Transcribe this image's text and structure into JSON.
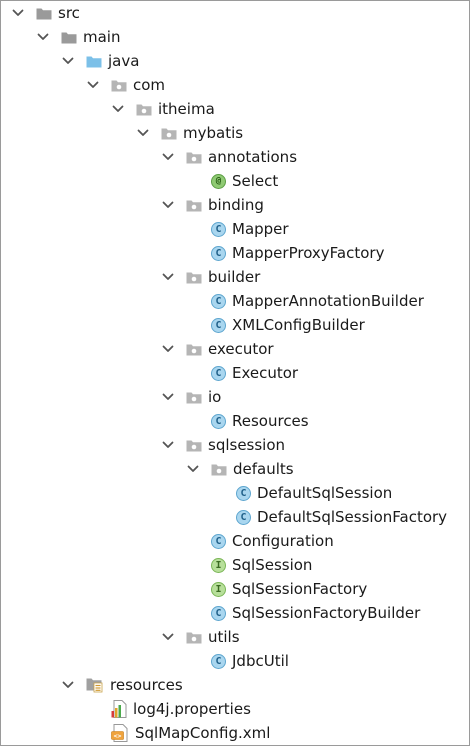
{
  "tree": [
    {
      "label": "src",
      "depth": 0,
      "arrow": true,
      "icon": "folder-gray"
    },
    {
      "label": "main",
      "depth": 1,
      "arrow": true,
      "icon": "folder-gray"
    },
    {
      "label": "java",
      "depth": 2,
      "arrow": true,
      "icon": "folder-blue"
    },
    {
      "label": "com",
      "depth": 3,
      "arrow": true,
      "icon": "package"
    },
    {
      "label": "itheima",
      "depth": 4,
      "arrow": true,
      "icon": "package"
    },
    {
      "label": "mybatis",
      "depth": 5,
      "arrow": true,
      "icon": "package"
    },
    {
      "label": "annotations",
      "depth": 6,
      "arrow": true,
      "icon": "package"
    },
    {
      "label": "Select",
      "depth": 7,
      "arrow": false,
      "icon": "annotation"
    },
    {
      "label": "binding",
      "depth": 6,
      "arrow": true,
      "icon": "package"
    },
    {
      "label": "Mapper",
      "depth": 7,
      "arrow": false,
      "icon": "class"
    },
    {
      "label": "MapperProxyFactory",
      "depth": 7,
      "arrow": false,
      "icon": "class"
    },
    {
      "label": "builder",
      "depth": 6,
      "arrow": true,
      "icon": "package"
    },
    {
      "label": "MapperAnnotationBuilder",
      "depth": 7,
      "arrow": false,
      "icon": "class"
    },
    {
      "label": "XMLConfigBuilder",
      "depth": 7,
      "arrow": false,
      "icon": "class"
    },
    {
      "label": "executor",
      "depth": 6,
      "arrow": true,
      "icon": "package"
    },
    {
      "label": "Executor",
      "depth": 7,
      "arrow": false,
      "icon": "class"
    },
    {
      "label": "io",
      "depth": 6,
      "arrow": true,
      "icon": "package"
    },
    {
      "label": "Resources",
      "depth": 7,
      "arrow": false,
      "icon": "class"
    },
    {
      "label": "sqlsession",
      "depth": 6,
      "arrow": true,
      "icon": "package"
    },
    {
      "label": "defaults",
      "depth": 7,
      "arrow": true,
      "icon": "package"
    },
    {
      "label": "DefaultSqlSession",
      "depth": 8,
      "arrow": false,
      "icon": "class"
    },
    {
      "label": "DefaultSqlSessionFactory",
      "depth": 8,
      "arrow": false,
      "icon": "class"
    },
    {
      "label": "Configuration",
      "depth": 7,
      "arrow": false,
      "icon": "class"
    },
    {
      "label": "SqlSession",
      "depth": 7,
      "arrow": false,
      "icon": "interface"
    },
    {
      "label": "SqlSessionFactory",
      "depth": 7,
      "arrow": false,
      "icon": "interface"
    },
    {
      "label": "SqlSessionFactoryBuilder",
      "depth": 7,
      "arrow": false,
      "icon": "class"
    },
    {
      "label": "utils",
      "depth": 6,
      "arrow": true,
      "icon": "package"
    },
    {
      "label": "JdbcUtil",
      "depth": 7,
      "arrow": false,
      "icon": "class"
    },
    {
      "label": "resources",
      "depth": 2,
      "arrow": true,
      "icon": "resources-folder"
    },
    {
      "label": "log4j.properties",
      "depth": 3,
      "arrow": false,
      "icon": "properties-file"
    },
    {
      "label": "SqlMapConfig.xml",
      "depth": 3,
      "arrow": false,
      "icon": "xml-file"
    }
  ],
  "badges": {
    "class": "C",
    "interface": "I",
    "annotation": "@"
  }
}
